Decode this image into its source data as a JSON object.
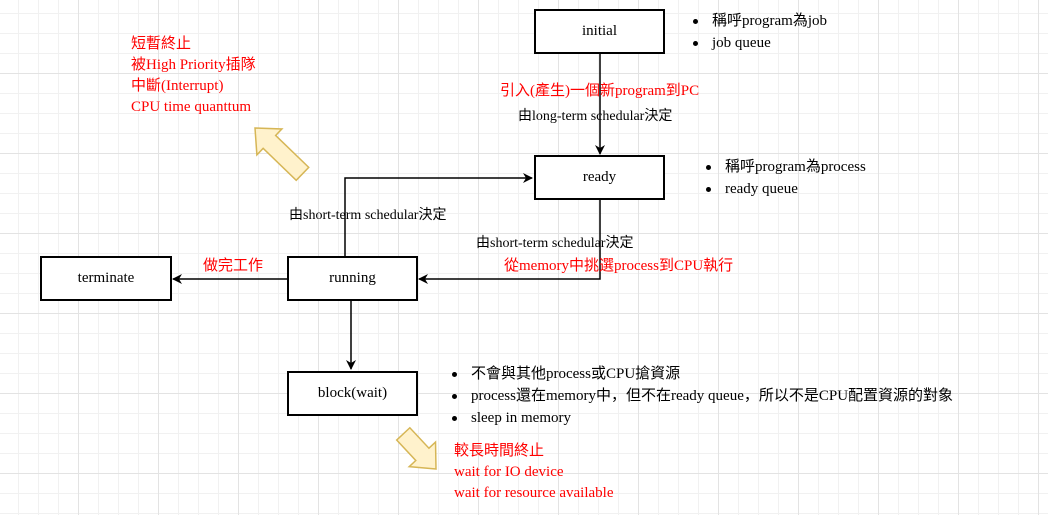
{
  "nodes": {
    "initial": "initial",
    "ready": "ready",
    "running": "running",
    "terminate": "terminate",
    "block": "block(wait)"
  },
  "edge_labels": {
    "initial_to_ready_red": "引入(產生)一個新program到PC",
    "initial_to_ready": "由long-term schedular決定",
    "running_to_ready": "由short-term schedular決定",
    "ready_to_running": "由short-term schedular決定",
    "ready_to_running_red": "從memory中挑選process到CPU執行",
    "running_to_terminate_red": "做完工作"
  },
  "notes": {
    "initial": [
      "稱呼program為job",
      "job queue"
    ],
    "ready": [
      "稱呼program為process",
      "ready queue"
    ],
    "block": [
      "不會與其他process或CPU搶資源",
      "process還在memory中，但不在ready queue，所以不是CPU配置資源的對象",
      "sleep in memory"
    ]
  },
  "interrupt_text": [
    "短暫終止",
    "被High Priority插隊",
    "中斷(Interrupt)",
    "CPU time quanttum"
  ],
  "wait_text": [
    "較長時間終止",
    "wait for IO device",
    "wait for resource available"
  ],
  "colors": {
    "accent": "#ff0000",
    "arrow_fill": "#fff2cc",
    "arrow_stroke": "#d6b656"
  }
}
